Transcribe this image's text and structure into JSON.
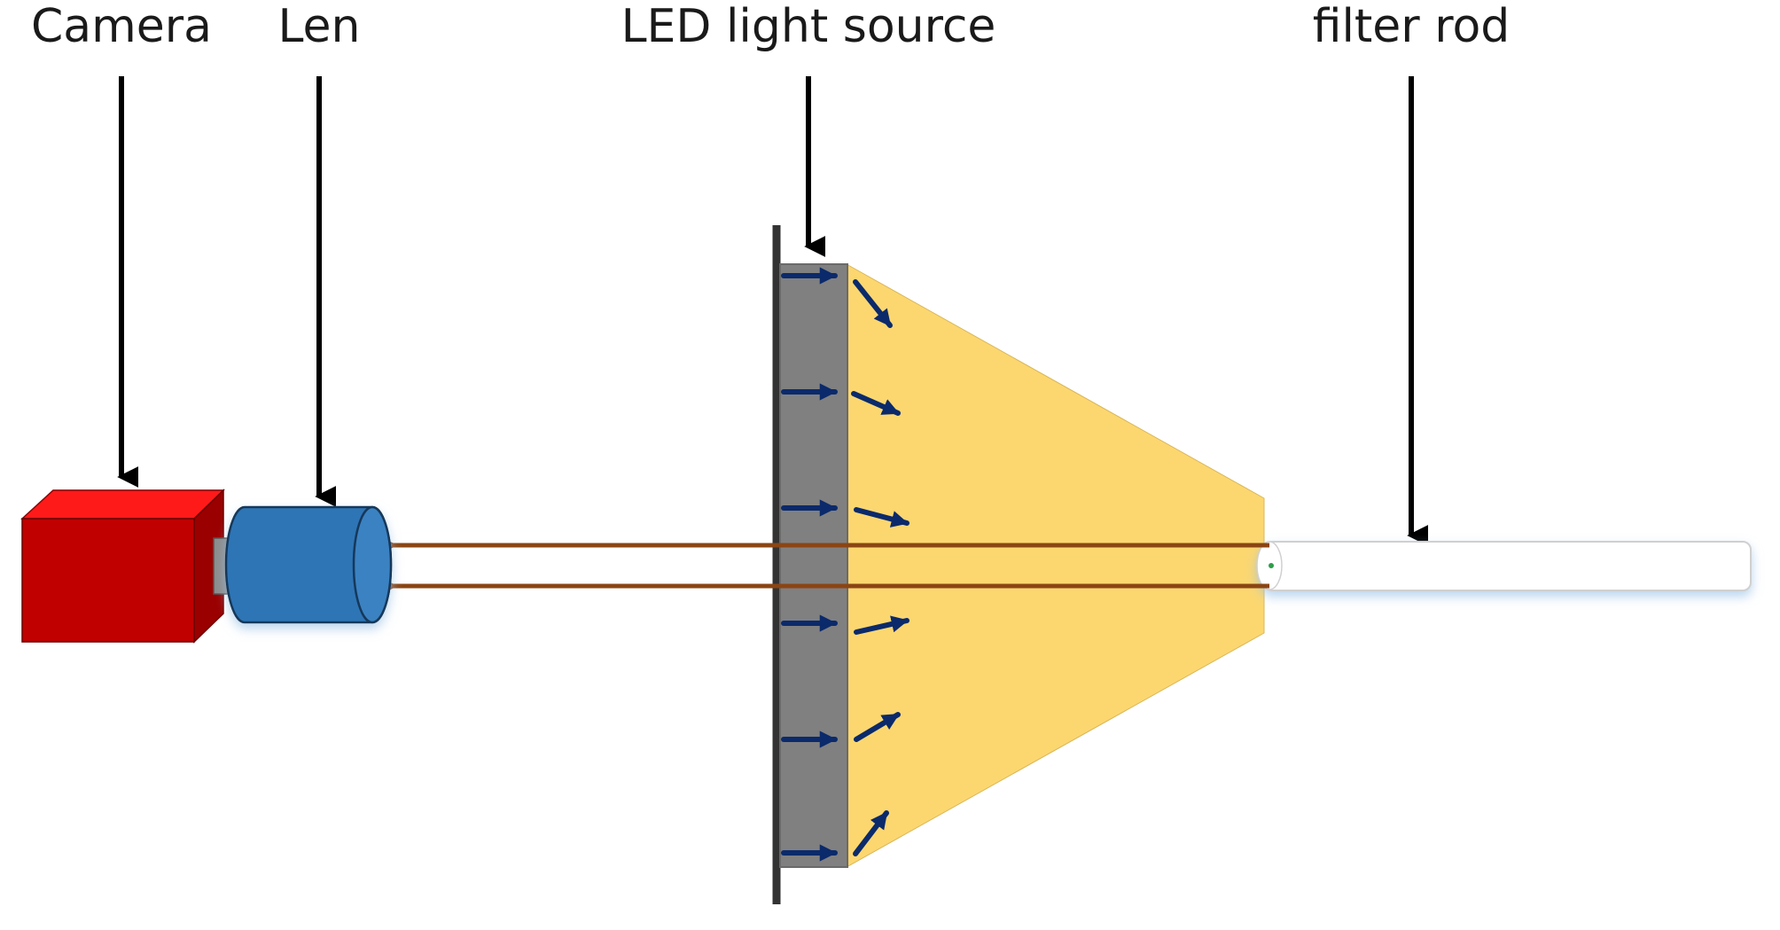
{
  "labels": {
    "camera": "Camera",
    "lens": "Len",
    "led": "LED light source",
    "rod": "filter rod"
  },
  "colors": {
    "camera_front": "#c00000",
    "camera_top": "#ff1a1a",
    "camera_side": "#9a0000",
    "lens_body": "#2e75b6",
    "led_panel": "#808080",
    "light_cone": "#fcd770",
    "led_arrows": "#0b2a6b",
    "reflected_beams": "#8b4513",
    "pointer_arrows": "#000000"
  },
  "icons": {
    "camera": "camera-box-icon",
    "lens": "lens-cylinder-icon"
  }
}
